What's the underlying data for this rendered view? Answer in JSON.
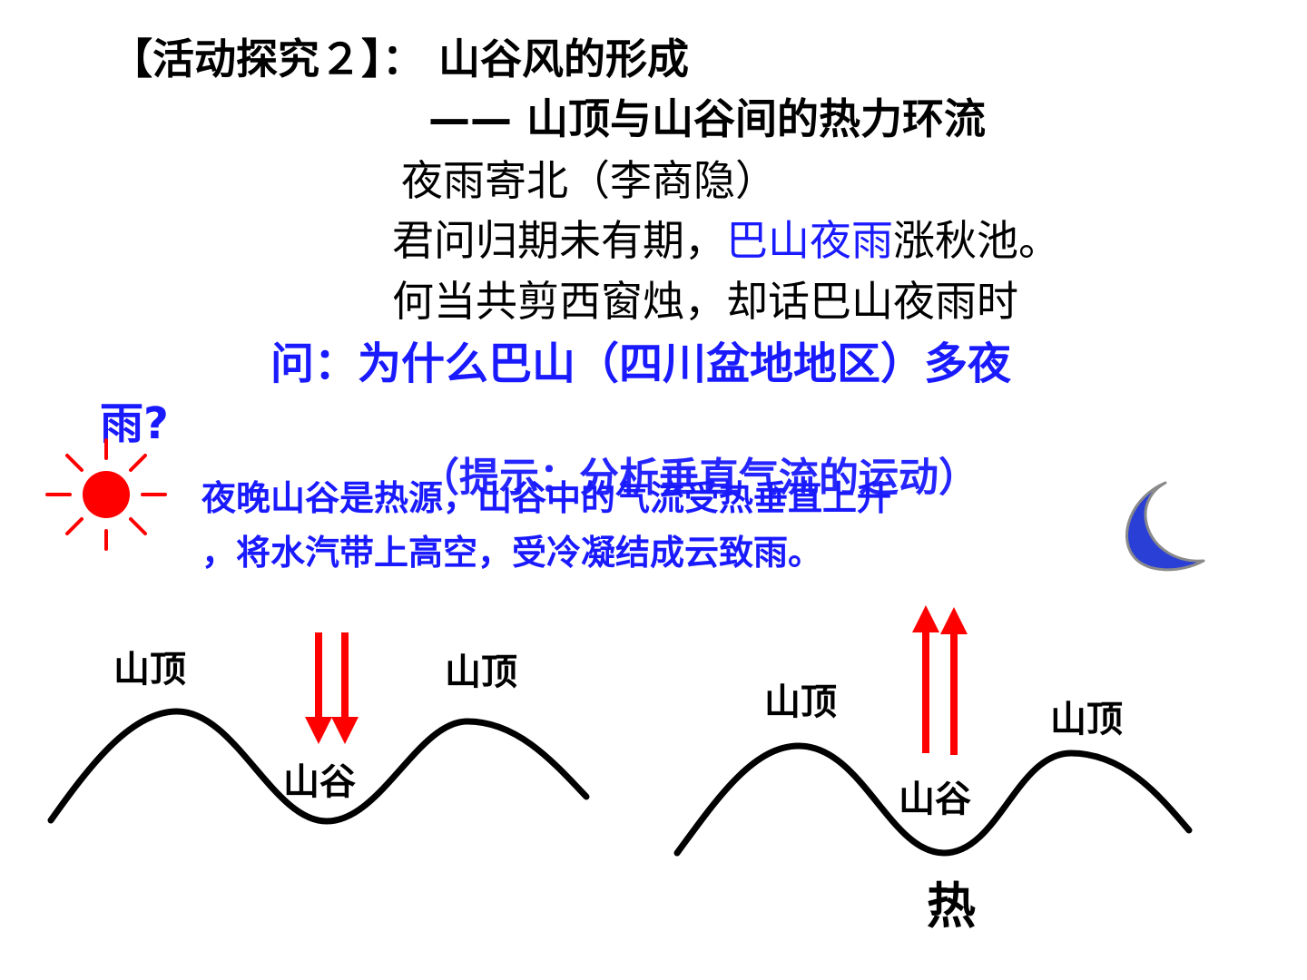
{
  "title": {
    "main": "【活动探究２】： 山谷风的形成",
    "sub": "—— 山顶与山谷间的热力环流"
  },
  "poem": {
    "heading": "夜雨寄北（李商隐）",
    "line1_a": "君问归期未有期，",
    "line1_b": "巴山夜雨",
    "line1_c": "涨秋池。",
    "line2": "何当共剪西窗烛，却话巴山夜雨时"
  },
  "question": {
    "line1": "问：为什么巴山（四川盆地地区）多夜",
    "line2": "雨?"
  },
  "hint": "（提示：分析垂直气流的运动）",
  "answer": {
    "line1": "夜晚山谷是热源，山谷中的气流受热垂直上升",
    "line2": "，将水汽带上高空，受冷凝结成云致雨。"
  },
  "left_diagram": {
    "peak_left": "山顶",
    "peak_right": "山顶",
    "valley": "山谷"
  },
  "right_diagram": {
    "peak_left": "山顶",
    "peak_right": "山顶",
    "valley": "山谷",
    "heat": "热"
  },
  "colors": {
    "text": "#000000",
    "emphasis": "#1a1aff",
    "arrow": "#ff0000",
    "sun": "#ff0000",
    "moon_fill": "#2a3fd6",
    "moon_stroke": "#8a8a8a"
  },
  "icons": {
    "sun": "sun-icon",
    "moon": "crescent-moon-icon"
  }
}
